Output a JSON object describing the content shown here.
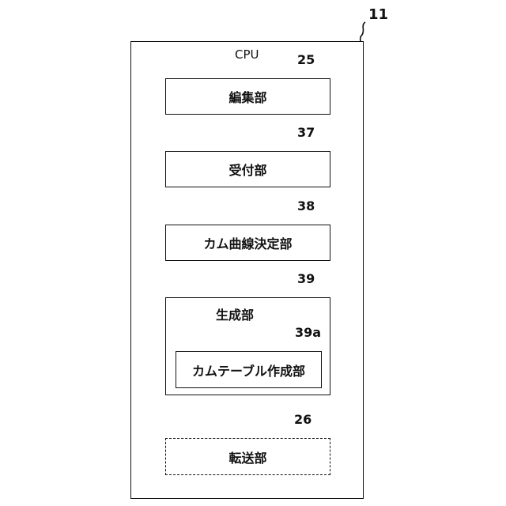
{
  "diagram": {
    "outer": {
      "ref": "11",
      "title": "CPU"
    },
    "blocks": [
      {
        "ref": "25",
        "label": "編集部",
        "style": "solid"
      },
      {
        "ref": "37",
        "label": "受付部",
        "style": "solid"
      },
      {
        "ref": "38",
        "label": "カム曲線決定部",
        "style": "solid"
      },
      {
        "ref": "39",
        "label": "生成部",
        "style": "solid",
        "child": {
          "ref": "39a",
          "label": "カムテーブル作成部"
        }
      },
      {
        "ref": "26",
        "label": "転送部",
        "style": "dashed"
      }
    ]
  }
}
